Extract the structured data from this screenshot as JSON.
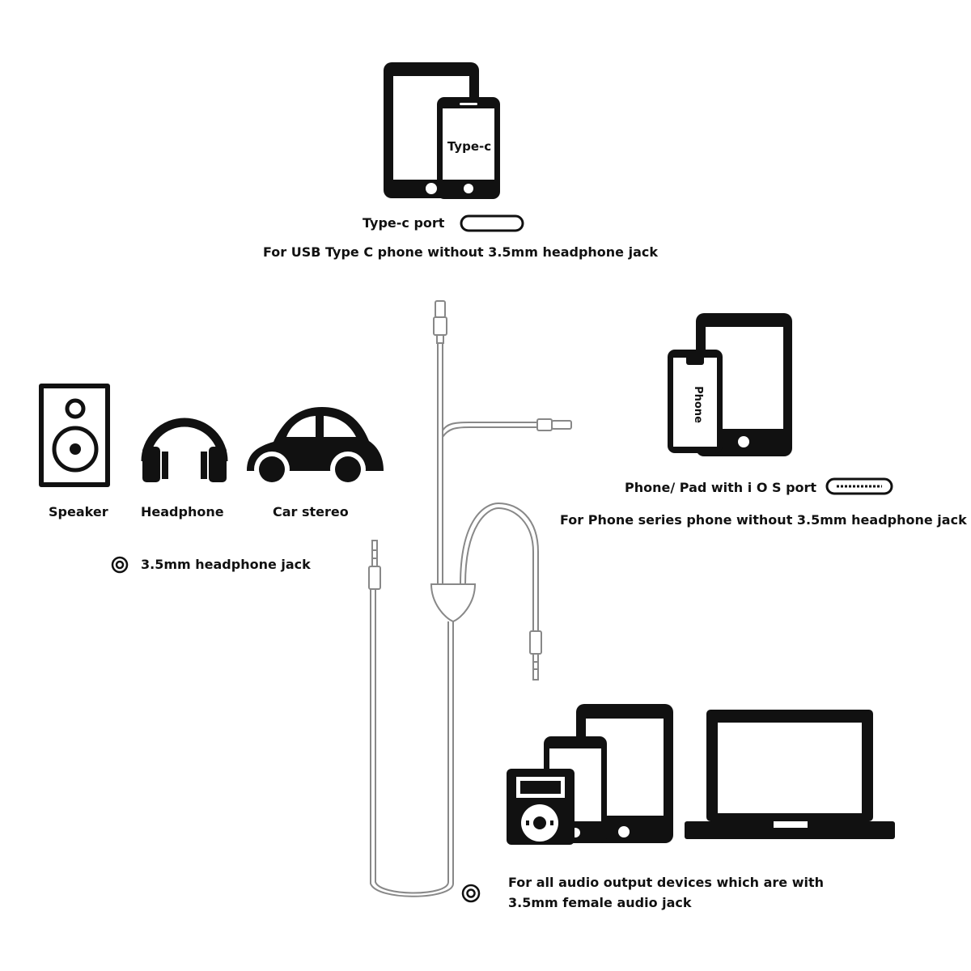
{
  "typec": {
    "device_text": "Type-c",
    "port_label": "Type-c port",
    "desc": "For USB Type C phone without 3.5mm headphone jack"
  },
  "ios": {
    "device_text": "Phone",
    "port_label": "Phone/ Pad with i O S port",
    "desc": "For  Phone series phone without 3.5mm headphone jack"
  },
  "aux": {
    "speaker_label": "Speaker",
    "headphone_label": "Headphone",
    "car_label": "Car stereo",
    "jack_label": "3.5mm headphone jack"
  },
  "female": {
    "desc_line1": "For all audio output devices which are with",
    "desc_line2": "3.5mm female audio jack"
  },
  "colors": {
    "ink": "#111111",
    "cable": "#888888"
  }
}
